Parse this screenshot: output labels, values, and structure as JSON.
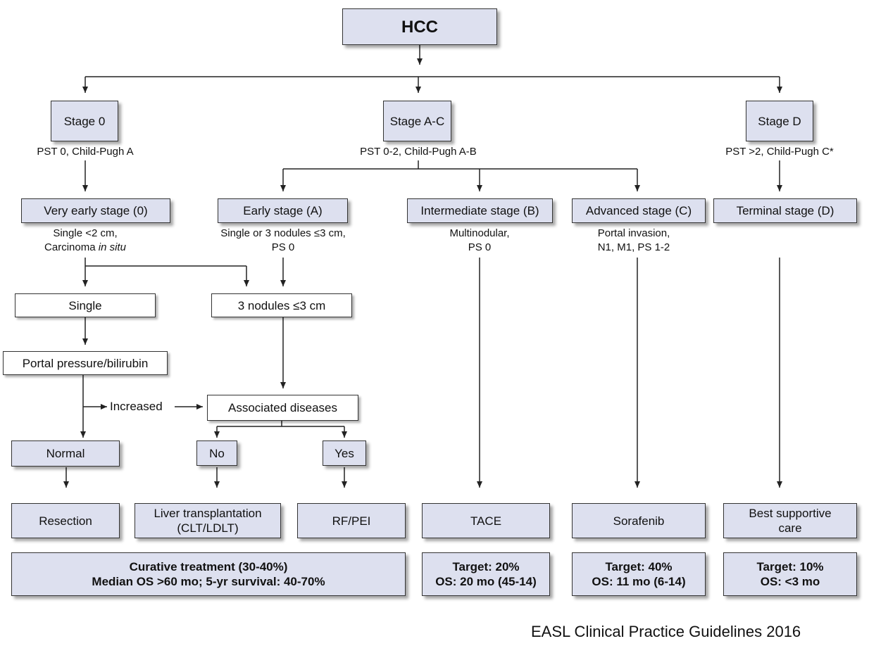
{
  "root": {
    "label": "HCC"
  },
  "stages": {
    "stage_0": {
      "label": "Stage 0",
      "criteria": "PST 0, Child-Pugh A"
    },
    "stage_ac": {
      "label": "Stage A-C",
      "criteria": "PST 0-2, Child-Pugh A-B"
    },
    "stage_d": {
      "label": "Stage D",
      "criteria": "PST >2, Child-Pugh C*"
    }
  },
  "sub_stages": {
    "very_early": {
      "label": "Very early stage (0)",
      "note_line1": "Single <2 cm,",
      "note_line2_prefix": "Carcinoma ",
      "note_line2_italic": "in situ"
    },
    "early": {
      "label": "Early stage (A)",
      "note_line1": "Single or 3 nodules ≤3 cm,",
      "note_line2": "PS 0"
    },
    "intermediate": {
      "label": "Intermediate stage (B)",
      "note_line1": "Multinodular,",
      "note_line2": "PS 0"
    },
    "advanced": {
      "label": "Advanced stage (C)",
      "note_line1": "Portal invasion,",
      "note_line2": "N1, M1, PS 1-2"
    },
    "terminal": {
      "label": "Terminal stage (D)"
    }
  },
  "decisions": {
    "single": "Single",
    "three_nodules": "3 nodules ≤3 cm",
    "portal_pressure": "Portal pressure/bilirubin",
    "increased": "Increased",
    "associated_diseases": "Associated diseases",
    "normal": "Normal",
    "no": "No",
    "yes": "Yes"
  },
  "treatments": {
    "resection": "Resection",
    "liver_transplant_line1": "Liver transplantation",
    "liver_transplant_line2": "(CLT/LDLT)",
    "rf_pei": "RF/PEI",
    "tace": "TACE",
    "sorafenib": "Sorafenib",
    "bsc_line1": "Best supportive",
    "bsc_line2": "care"
  },
  "outcomes": {
    "curative_line1": "Curative treatment (30-40%)",
    "curative_line2": "Median OS >60 mo; 5-yr survival: 40-70%",
    "tace_line1": "Target: 20%",
    "tace_line2": "OS: 20 mo (45-14)",
    "sorafenib_line1": "Target: 40%",
    "sorafenib_line2": "OS: 11 mo (6-14)",
    "bsc_line1": "Target: 10%",
    "bsc_line2": "OS: <3 mo"
  },
  "source": "EASL Clinical Practice Guidelines 2016",
  "colors": {
    "shaded_fill": "#dde0ef",
    "line": "#222222"
  }
}
